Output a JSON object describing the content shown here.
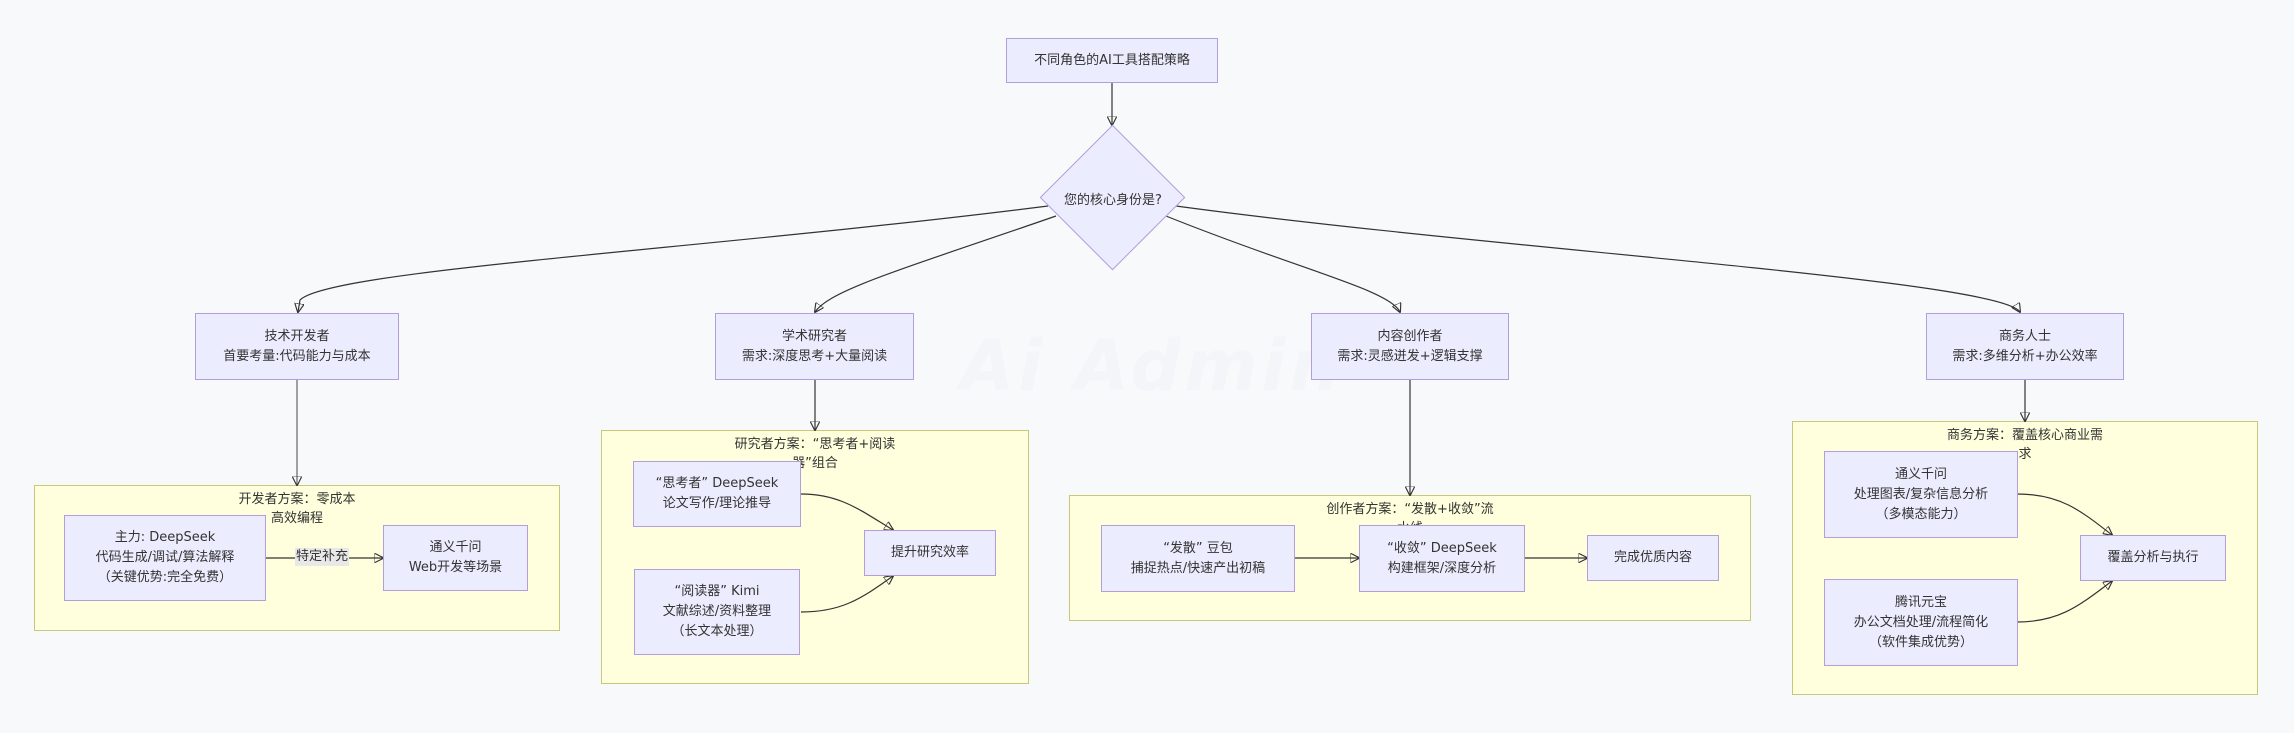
{
  "watermark": "Ai Admin",
  "root": {
    "label": "不同角色的AI工具搭配策略"
  },
  "decision": {
    "label": "您的核心身份是?"
  },
  "roles": [
    {
      "title": "技术开发者",
      "subtitle": "首要考量:代码能力与成本"
    },
    {
      "title": "学术研究者",
      "subtitle": "需求:深度思考+大量阅读"
    },
    {
      "title": "内容创作者",
      "subtitle": "需求:灵感迸发+逻辑支撑"
    },
    {
      "title": "商务人士",
      "subtitle": "需求:多维分析+办公效率"
    }
  ],
  "clusters": {
    "developer": {
      "title": "开发者方案：零成本高效编程",
      "main": {
        "line1": "主力: DeepSeek",
        "line2": "代码生成/调试/算法解释",
        "line3": "（关键优势:完全免费）"
      },
      "edge_label": "特定补充",
      "supplement": {
        "line1": "通义千问",
        "line2": "Web开发等场景"
      }
    },
    "researcher": {
      "title": "研究者方案：“思考者+阅读器”组合",
      "thinker": {
        "line1": "“思考者” DeepSeek",
        "line2": "论文写作/理论推导"
      },
      "reader": {
        "line1": "“阅读器” Kimi",
        "line2": "文献综述/资料整理",
        "line3": "（长文本处理）"
      },
      "result": {
        "line1": "提升研究效率"
      }
    },
    "creator": {
      "title": "创作者方案：“发散+收敛”流水线",
      "diverge": {
        "line1": "“发散” 豆包",
        "line2": "捕捉热点/快速产出初稿"
      },
      "converge": {
        "line1": "“收敛” DeepSeek",
        "line2": "构建框架/深度分析"
      },
      "result": {
        "line1": "完成优质内容"
      }
    },
    "business": {
      "title": "商务方案：覆盖核心商业需求",
      "qwen": {
        "line1": "通义千问",
        "line2": "处理图表/复杂信息分析",
        "line3": "（多模态能力）"
      },
      "yuanbao": {
        "line1": "腾讯元宝",
        "line2": "办公文档处理/流程简化",
        "line3": "（软件集成优势）"
      },
      "result": {
        "line1": "覆盖分析与执行"
      }
    }
  }
}
